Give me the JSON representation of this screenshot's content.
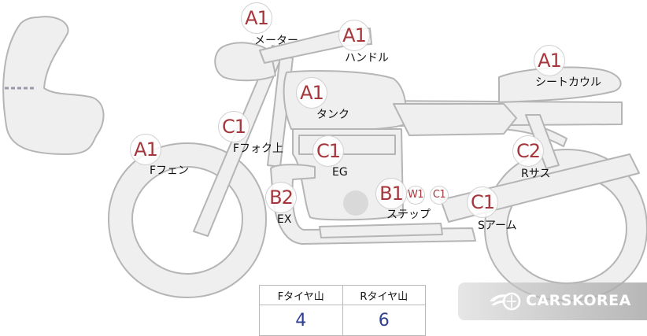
{
  "markers": {
    "meter": {
      "code": "A1",
      "label": "メーター"
    },
    "handle": {
      "code": "A1",
      "label": "ハンドル"
    },
    "seat_cowl": {
      "code": "A1",
      "label": "シートカウル"
    },
    "tank": {
      "code": "A1",
      "label": "タンク"
    },
    "front_fork": {
      "code": "C1",
      "label": "Fフォク上"
    },
    "engine": {
      "code": "C1",
      "label": "EG"
    },
    "front_fender": {
      "code": "A1",
      "label": "Fフェン"
    },
    "rear_suspension": {
      "code": "C2",
      "label": "Rサス"
    },
    "exhaust": {
      "code": "B2",
      "label": "EX"
    },
    "step": {
      "code": "B1",
      "extra_1": "W1",
      "extra_2": "C1",
      "label": "ステップ"
    },
    "swing_arm": {
      "code": "C1",
      "label": "Sアーム"
    }
  },
  "tread_table": {
    "front_header": "Fタイヤ山",
    "rear_header": "Rタイヤ山",
    "front_value": "4",
    "rear_value": "6"
  },
  "watermark": {
    "text": "CARSKOREA",
    "icon": "carskorea-logo-icon"
  },
  "colors": {
    "code_text": "#a5373c",
    "tread_value": "#2f3f8f",
    "outline": "#b5b5b5",
    "fill": "#efefef"
  }
}
